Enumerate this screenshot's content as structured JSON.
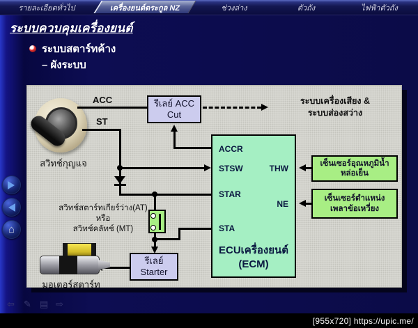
{
  "nav": {
    "tabs": [
      {
        "label": "รายละเอียดทั่วไป",
        "active": false
      },
      {
        "label": "เครื่องยนต์ตระกูล NZ",
        "active": true
      },
      {
        "label": "ช่วงล่าง",
        "active": false
      },
      {
        "label": "ตัวถัง",
        "active": false
      },
      {
        "label": "ไฟฟ้าตัวถัง",
        "active": false
      }
    ]
  },
  "page": {
    "title": "ระบบควบคุมเครื่องยนต์"
  },
  "content": {
    "bullet": "ระบบสตาร์ทค้าง",
    "sub_bullet": "– ผังระบบ"
  },
  "diagram": {
    "key_switch": {
      "caption": "สวิทช์กุญแจ",
      "acc_label": "ACC",
      "st_label": "ST"
    },
    "acc_cut_relay": {
      "line1": "รีเลย์ ACC",
      "line2": "Cut"
    },
    "audio": {
      "line1": "ระบบเครื่องเสียง &",
      "line2": "ระบบส่องสว่าง"
    },
    "ecm": {
      "pin_accr": "ACCR",
      "pin_stsw": "STSW",
      "pin_star": "STAR",
      "pin_sta": "STA",
      "pin_thw": "THW",
      "pin_ne": "NE",
      "title_line1": "ECUเครื่องยนต์",
      "title_line2": "(ECM)"
    },
    "coolant_sensor": {
      "line1": "เซ็นเซอร์อุณหภูมิน้ำ",
      "line2": "หล่อเย็น"
    },
    "crank_sensor": {
      "line1": "เซ็นเซอร์ตำแหน่ง",
      "line2": "เพลาข้อเหวี่ยง"
    },
    "neutral_switch": {
      "line1": "สวิทช์สตาร์ทเกียร์ว่าง(AT)",
      "line2": "หรือ",
      "line3": "สวิทช์คลัทช์ (MT)"
    },
    "starter_relay": {
      "line1": "รีเลย์",
      "line2": "Starter"
    },
    "motor_caption": "มอเตอร์สตาร์ท"
  },
  "sidebar": {
    "home_glyph": "⌂"
  },
  "toolbar": {
    "icons": [
      {
        "name": "back-arrow",
        "glyph": "⇦"
      },
      {
        "name": "pencil",
        "glyph": "✎"
      },
      {
        "name": "notes",
        "glyph": "▤"
      },
      {
        "name": "forward-arrow",
        "glyph": "⇨"
      }
    ]
  },
  "footer": {
    "watermark": "[955x720] https://upic.me/"
  },
  "colors": {
    "panel-grey": "#dbdbd5",
    "ecm-green": "#a5efc3",
    "sensor-green": "#a8ee84",
    "relay-lavender": "#ccccee",
    "bg-navy": "#0b0b4e",
    "accent-blue": "#2838c8"
  }
}
